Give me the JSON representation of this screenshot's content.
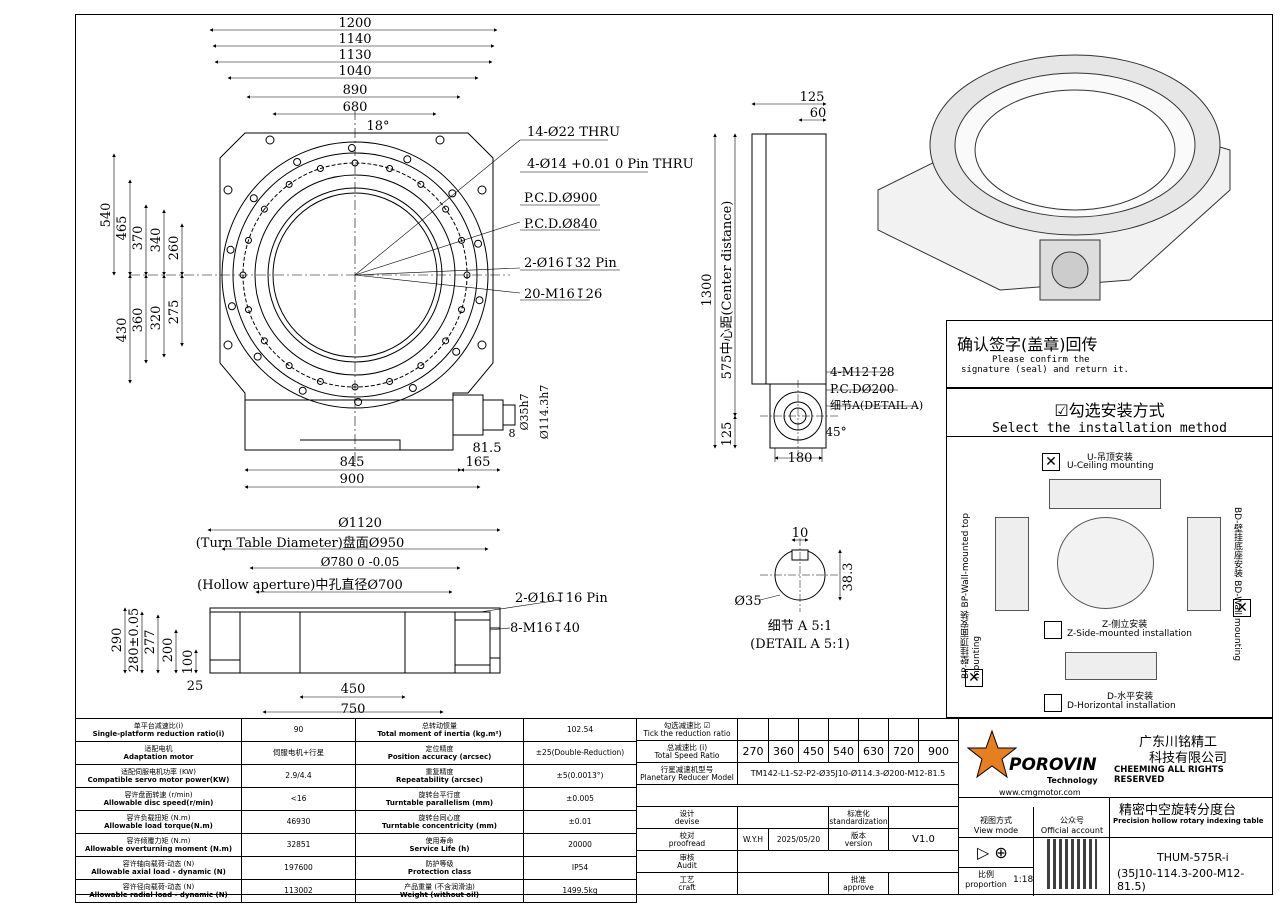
{
  "front_view": {
    "widths": [
      "1200",
      "1140",
      "1130",
      "1040",
      "890",
      "680"
    ],
    "angle": "18°",
    "callouts": [
      "14-Ø22 THRU",
      "4-Ø14 +0.01 0 Pin THRU",
      "P.C.D.Ø900",
      "P.C.D.Ø840",
      "2-Ø16↧32 Pin",
      "20-M16↧26"
    ],
    "left_dims_upper": [
      "540",
      "465",
      "370",
      "340",
      "260"
    ],
    "left_dims_lower": [
      "430",
      "360",
      "320",
      "275"
    ],
    "bottom_dims": [
      "845",
      "165",
      "900",
      "81.5"
    ],
    "shaft_dims": [
      "Ø35h7",
      "Ø114.3h7",
      "8"
    ]
  },
  "side_view": {
    "top_dims": [
      "125",
      "60"
    ],
    "height": "1300",
    "center_distance": "575中心距(Center distance)",
    "bottom_left": "125",
    "bottom_width": "180",
    "callouts": [
      "4-M12↧28",
      "P.C.DØ200",
      "细节A(DETAIL A)"
    ],
    "angle": "45°"
  },
  "section_view": {
    "diam_1120": "Ø1120",
    "turn_table": "(Turn Table Diameter)盘面Ø950",
    "d780": "Ø780 0 -0.05",
    "hollow": "(Hollow aperture)中孔直径Ø700",
    "callouts": [
      "2-Ø16↧16 Pin",
      "8-M16↧40"
    ],
    "left_dims": [
      "290",
      "280±0.05",
      "277",
      "200",
      "100",
      "25"
    ],
    "bottom_dims": [
      "450",
      "750"
    ]
  },
  "detail_a": {
    "width": "10",
    "depth": "38.3",
    "diameter": "Ø35",
    "label_cn": "细节 A 5:1",
    "label_en": "(DETAIL A 5:1)"
  },
  "confirm": {
    "cn": "确认签字(盖章)回传",
    "en1": "Please confirm the",
    "en2": "signature (seal) and return it."
  },
  "install": {
    "title_cn": "☑勾选安装方式",
    "title_en": "Select the installation method",
    "u_cn": "U-吊顶安装",
    "u_en": "U-Ceiling mounting",
    "bp_cn": "BP-壁挂顶面安装",
    "bp_en": "BP-Wall-mounted top mounting",
    "bd_cn": "BD-壁挂底座安装",
    "bd_en": "BD-Wall mounting",
    "z_cn": "Z-侧立安装",
    "z_en": "Z-Side-mounted installation",
    "d_cn": "D-水平安装",
    "d_en": "D-Horizontal installation"
  },
  "spec_rows": [
    {
      "l_cn": "单平台减速比(i)",
      "l_en": "Single-platform reduction ratio(i)",
      "l_v": "90",
      "r_cn": "总转动惯量",
      "r_en": "Total moment of inertia (kg.m²)",
      "r_v": "102.54"
    },
    {
      "l_cn": "适配电机",
      "l_en": "Adaptation motor",
      "l_v": "伺服电机+行星",
      "r_cn": "定位精度",
      "r_en": "Position accuracy (arcsec)",
      "r_v": "±25(Double-Reduction)"
    },
    {
      "l_cn": "适配伺服电机功率 (KW)",
      "l_en": "Compatible servo motor power(KW)",
      "l_v": "2.9/4.4",
      "r_cn": "重复精度",
      "r_en": "Repeatability (arcsec)",
      "r_v": "±5(0.0013°)"
    },
    {
      "l_cn": "容许盘面转速 (r/min)",
      "l_en": "Allowable disc speed(r/min)",
      "l_v": "<16",
      "r_cn": "旋转台平行度",
      "r_en": "Turntable parallelism (mm)",
      "r_v": "±0.005"
    },
    {
      "l_cn": "容许负载扭矩 (N.m)",
      "l_en": "Allowable load torque(N.m)",
      "l_v": "46930",
      "r_cn": "旋转台同心度",
      "r_en": "Turntable concentricity (mm)",
      "r_v": "±0.01"
    },
    {
      "l_cn": "容许倾覆力矩 (N.m)",
      "l_en": "Allowable overturning moment (N.m)",
      "l_v": "32851",
      "r_cn": "使用寿命",
      "r_en": "Service Life (h)",
      "r_v": "20000"
    },
    {
      "l_cn": "容许轴向载荷-动态 (N)",
      "l_en": "Allowable axial load - dynamic (N)",
      "l_v": "197600",
      "r_cn": "防护等级",
      "r_en": "Protection class",
      "r_v": "IP54"
    },
    {
      "l_cn": "容许径向载荷-动态 (N)",
      "l_en": "Allowable radial load - dynamic (N)",
      "l_v": "113002",
      "r_cn": "产品重量 (不含润滑油)",
      "r_en": "Weight (without oil)",
      "r_v": "1499.5kg"
    }
  ],
  "ratio": {
    "check_cn": "勾选减速比 ☑",
    "check_en": "Tick the reduction ratio",
    "total_cn": "总减速比 (i)",
    "total_en": "Total Speed Ratio",
    "values": [
      "270",
      "360",
      "450",
      "540",
      "630",
      "720",
      "900"
    ],
    "model_cn": "行星减速机型号",
    "model_en": "Planetary Reducer Model",
    "model": "TM142-L1-S2-P2-Ø35J10-Ø114.3-Ø200-M12-81.5"
  },
  "signoff": {
    "devise_cn": "设计",
    "devise_en": "devise",
    "std_cn": "标准化",
    "std_en": "standardization",
    "proof_cn": "校对",
    "proof_en": "proofread",
    "proof_name": "W.Y.H",
    "date": "2025/05/20",
    "ver_cn": "版本",
    "ver_en": "version",
    "ver": "V1.0",
    "audit_cn": "审核",
    "audit_en": "Audit",
    "craft_cn": "工艺",
    "craft_en": "craft",
    "approve_cn": "批准",
    "approve_en": "approve"
  },
  "company": {
    "logo": "POROVIN",
    "logo_sub": "Technology",
    "website": "www.cmgmotor.com",
    "cn1": "广东川铭精工",
    "cn2": "科技有限公司",
    "reserved": "CHEEMING ALL RIGHTS RESERVED",
    "view_cn": "视图方式",
    "view_en": "View mode",
    "acct_cn": "公众号",
    "acct_en": "Official account",
    "product_cn": "精密中空旋转分度台",
    "product_en": "Precision hollow rotary indexing table",
    "scale_cn": "比例",
    "scale_en": "proportion",
    "scale": "1:18",
    "part1": "THUM-575R-i",
    "part2": "(35J10-114.3-200-M12-81.5)"
  }
}
